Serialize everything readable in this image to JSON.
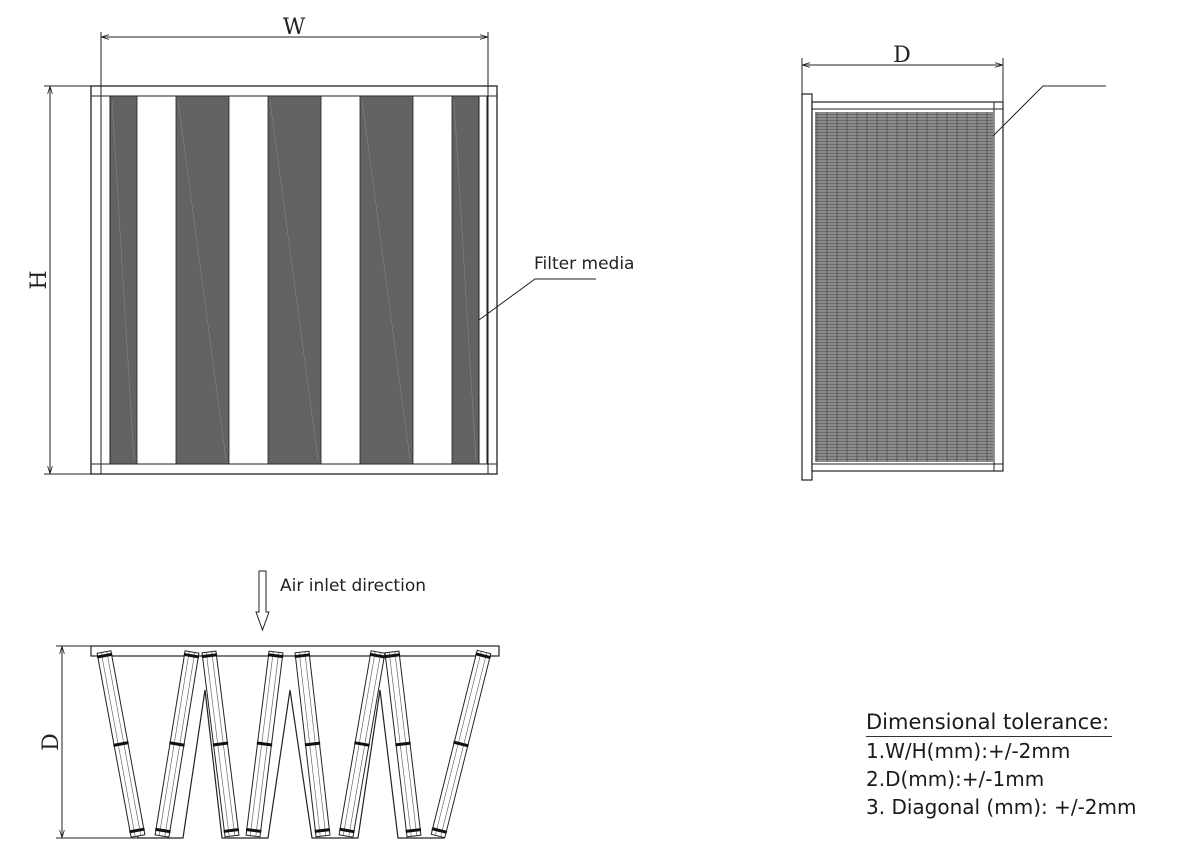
{
  "labels": {
    "width": "W",
    "height": "H",
    "depth_side": "D",
    "depth_bottom": "D",
    "filter_media": "Filter media",
    "air_inlet": "Air inlet direction"
  },
  "tolerance": {
    "title": "Dimensional tolerance:",
    "lines": [
      "1.W/H(mm):+/-2mm",
      "2.D(mm):+/-1mm",
      "3. Diagonal (mm): +/-2mm"
    ]
  },
  "colors": {
    "media": "#636363",
    "line": "#2a2a2a",
    "frame_fill": "#ffffff"
  },
  "icons": [
    "down-arrow-icon"
  ]
}
